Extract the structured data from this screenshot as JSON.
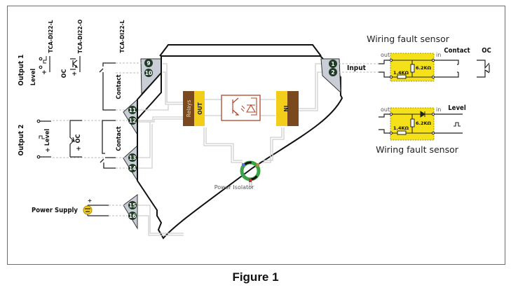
{
  "figure": {
    "caption": "Figure 1"
  },
  "colors": {
    "module_gray": "#c9cdd6",
    "terminal_dark": "#1f3a26",
    "relay_brown": "#7a4a1e",
    "yellow": "#f2cd1a",
    "sensor_yellow": "#f5e11a",
    "optocoupler": "#b0442a",
    "wire_gray": "#c8c8c8",
    "isolator_green": "#3aa346"
  },
  "left": {
    "output1_label": "Output 1",
    "output2_label": "Output 2",
    "model_labels": [
      "TCA-DI22-L",
      "TCA-DI22-O",
      "TCA-DI22-L"
    ],
    "level_label": "Level",
    "oc_label": "OC",
    "contact_label": "Contact",
    "plus": "+",
    "power_supply_label": "Power Supply"
  },
  "terminals": {
    "output1": [
      "9",
      "10"
    ],
    "output2_a": [
      "11",
      "12"
    ],
    "output2_b": [
      "13",
      "14"
    ],
    "power": [
      "15",
      "16"
    ],
    "input": [
      "1",
      "2"
    ]
  },
  "module": {
    "relays_label": "Relays",
    "out_label": "OUT",
    "in_label": "IN",
    "power_isolator_label": "Power Isolator"
  },
  "right": {
    "input_label": "Input",
    "sensor_top_title": "Wiring fault sensor",
    "sensor_bottom_title": "Wiring fault sensor",
    "out_label": "out",
    "in_label": "in",
    "resistor_series": "1.4KΩ",
    "resistor_parallel": "6.2KΩ",
    "contact_label": "Contact",
    "oc_label": "OC",
    "level_label": "Level"
  }
}
